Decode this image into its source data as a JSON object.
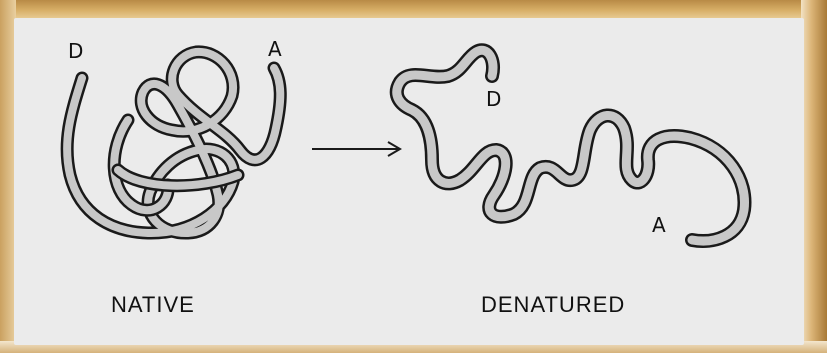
{
  "native": {
    "end_d": "D",
    "end_a": "A",
    "caption": "NATIVE"
  },
  "denatured": {
    "end_d": "D",
    "end_a": "A",
    "caption": "DENATURED"
  },
  "colors": {
    "chain_fill": "#c8c8c8",
    "chain_outline": "#1a1a1a",
    "paper": "#ebebeb"
  }
}
